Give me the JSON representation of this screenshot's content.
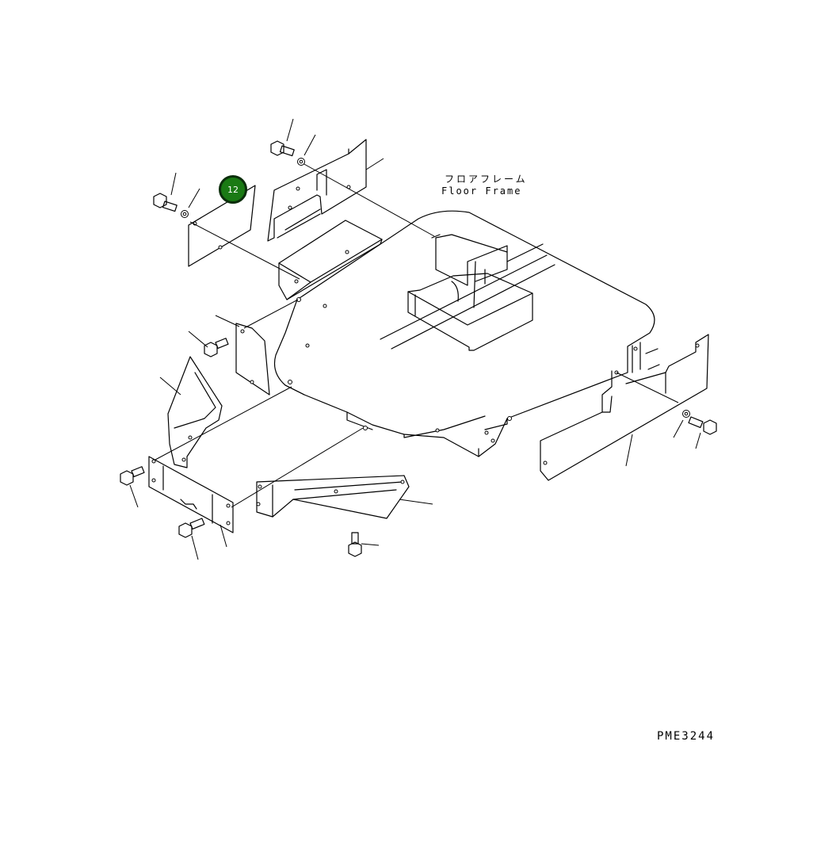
{
  "labels": {
    "floor_frame_ja": "フロアフレーム",
    "floor_frame_en": "Floor Frame",
    "drawing_number": "PME3244"
  },
  "callouts": [
    {
      "number": "12",
      "color": "#1a7a14"
    }
  ]
}
